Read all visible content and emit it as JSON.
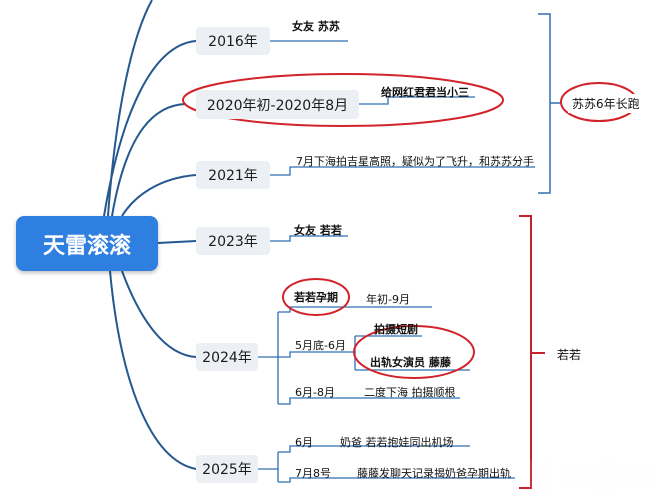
{
  "root": {
    "label": "天雷滚滚"
  },
  "years": {
    "y2016": "2016年",
    "y2020": "2020年初-2020年8月",
    "y2021": "2021年",
    "y2023": "2023年",
    "y2024": "2024年",
    "y2025": "2025年"
  },
  "events": {
    "e2016": "女友 苏苏",
    "e2020": "给网红君君当小三",
    "e2021": "7月下海拍吉星高照，疑似为了飞升，和苏苏分手",
    "e2023": "女友 若若",
    "e2024_pregnant": "若若孕期",
    "e2024_pregnant_time": "年初-9月",
    "e2024_late_may": "5月底-6月",
    "e2024_short_drama": "拍摄短剧",
    "e2024_cheat": "出轨女演员 藤藤",
    "e2024_jun_aug": "6月-8月",
    "e2024_second": "二度下海 拍摄顺根",
    "e2025_june": "6月",
    "e2025_june_event": "奶爸 若若抱娃同出机场",
    "e2025_aug": "7月8号",
    "e2025_aug_event": "藤藤发聊天记录揭奶爸孕期出轨"
  },
  "summaries": {
    "susu": "苏苏6年长跑",
    "ruoruo": "若若"
  },
  "colors": {
    "root_bg": "#2f7fe0",
    "branch": "#24588f",
    "highlight_ellipse": "#d2232a",
    "bracket_blue": "#2e6fb5",
    "bracket_red": "#c8202a",
    "year_box": "#eceff3"
  }
}
